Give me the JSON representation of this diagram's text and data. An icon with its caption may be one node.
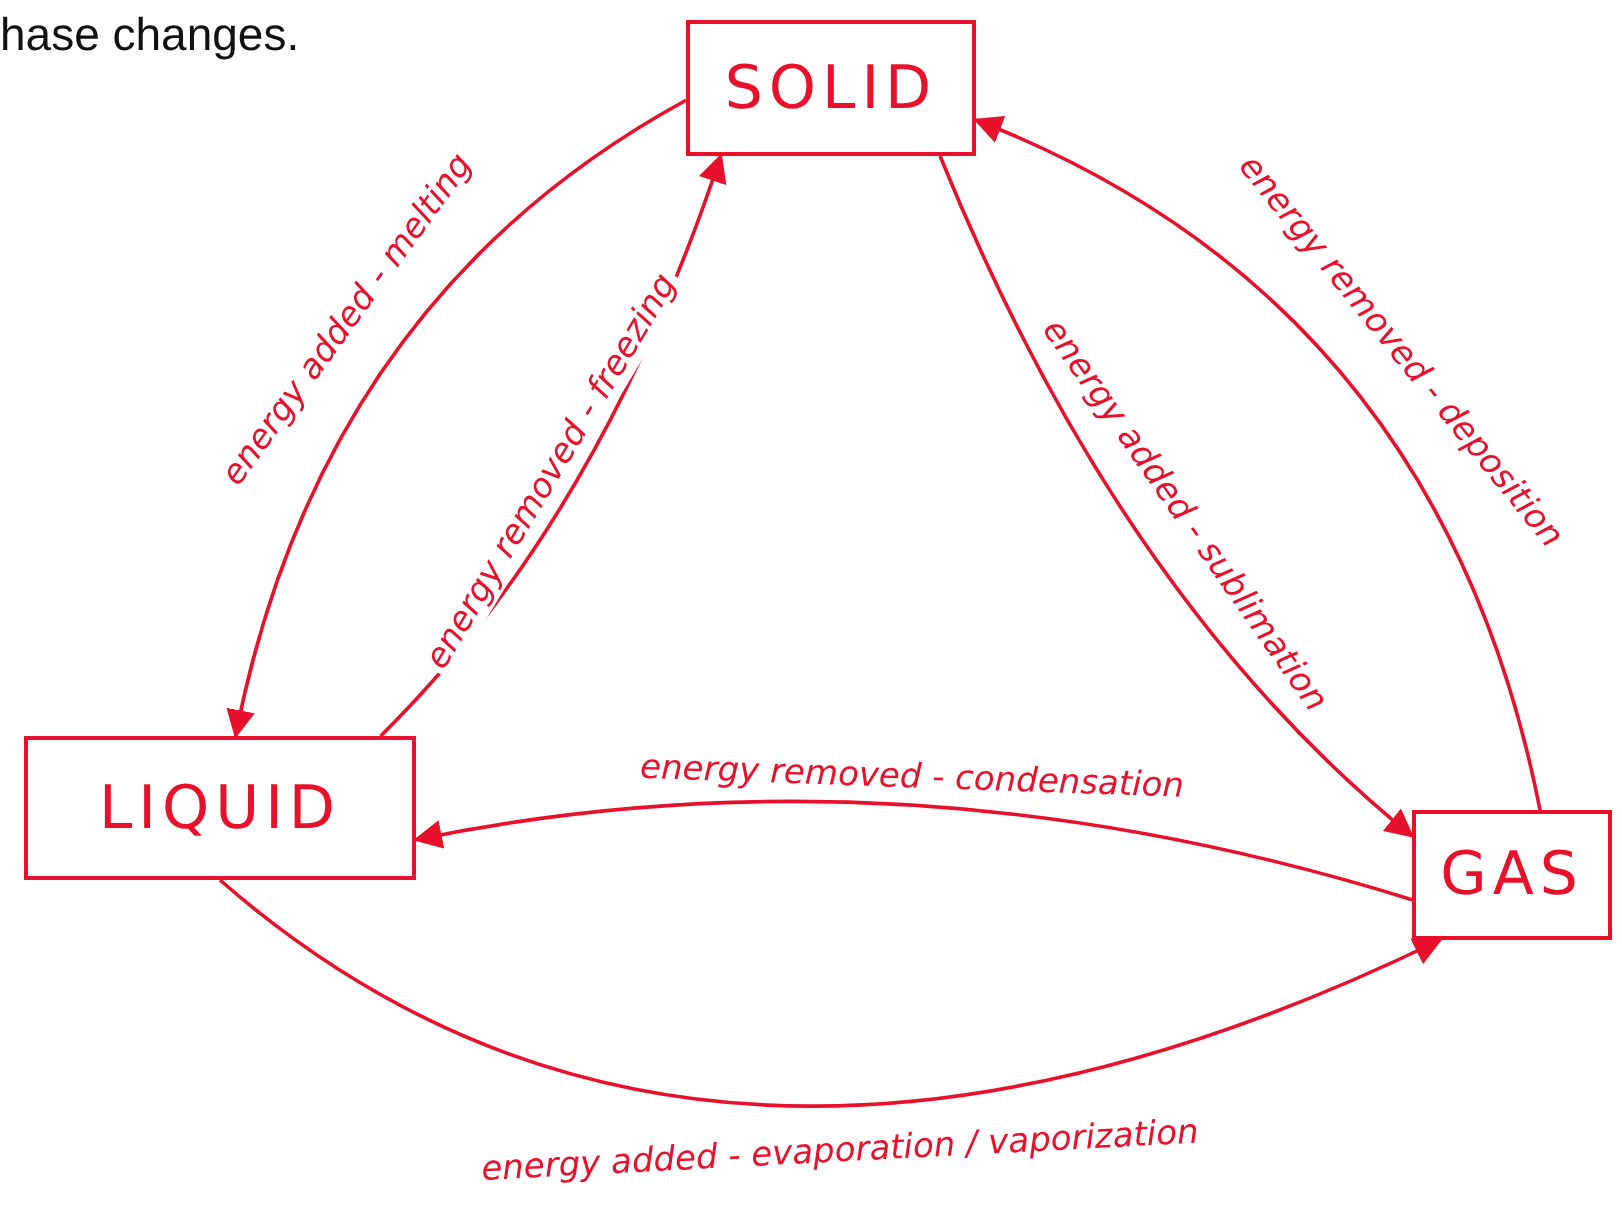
{
  "diagram": {
    "nodes": [
      {
        "text": [
          "SOLID"
        ]
      },
      {
        "text": [
          "LIQUID"
        ]
      },
      {
        "text": [
          "GAS"
        ]
      }
    ],
    "edges": [
      {
        "from": 0,
        "to": 1,
        "arrow": "to",
        "label": "energy added - melting"
      },
      {
        "from": 1,
        "to": 0,
        "arrow": "to",
        "label": "energy removed - freezing"
      },
      {
        "from": 0,
        "to": 2,
        "arrow": "to",
        "label": "energy added - sublimation"
      },
      {
        "from": 2,
        "to": 0,
        "arrow": "to",
        "label": "energy removed - deposition"
      },
      {
        "from": 2,
        "to": 1,
        "arrow": "to",
        "label": "energy removed - condensation"
      },
      {
        "from": 1,
        "to": 2,
        "arrow": "to",
        "label": "energy added - evaporation / vaporization"
      }
    ],
    "labels": [
      "hase changes."
    ]
  }
}
